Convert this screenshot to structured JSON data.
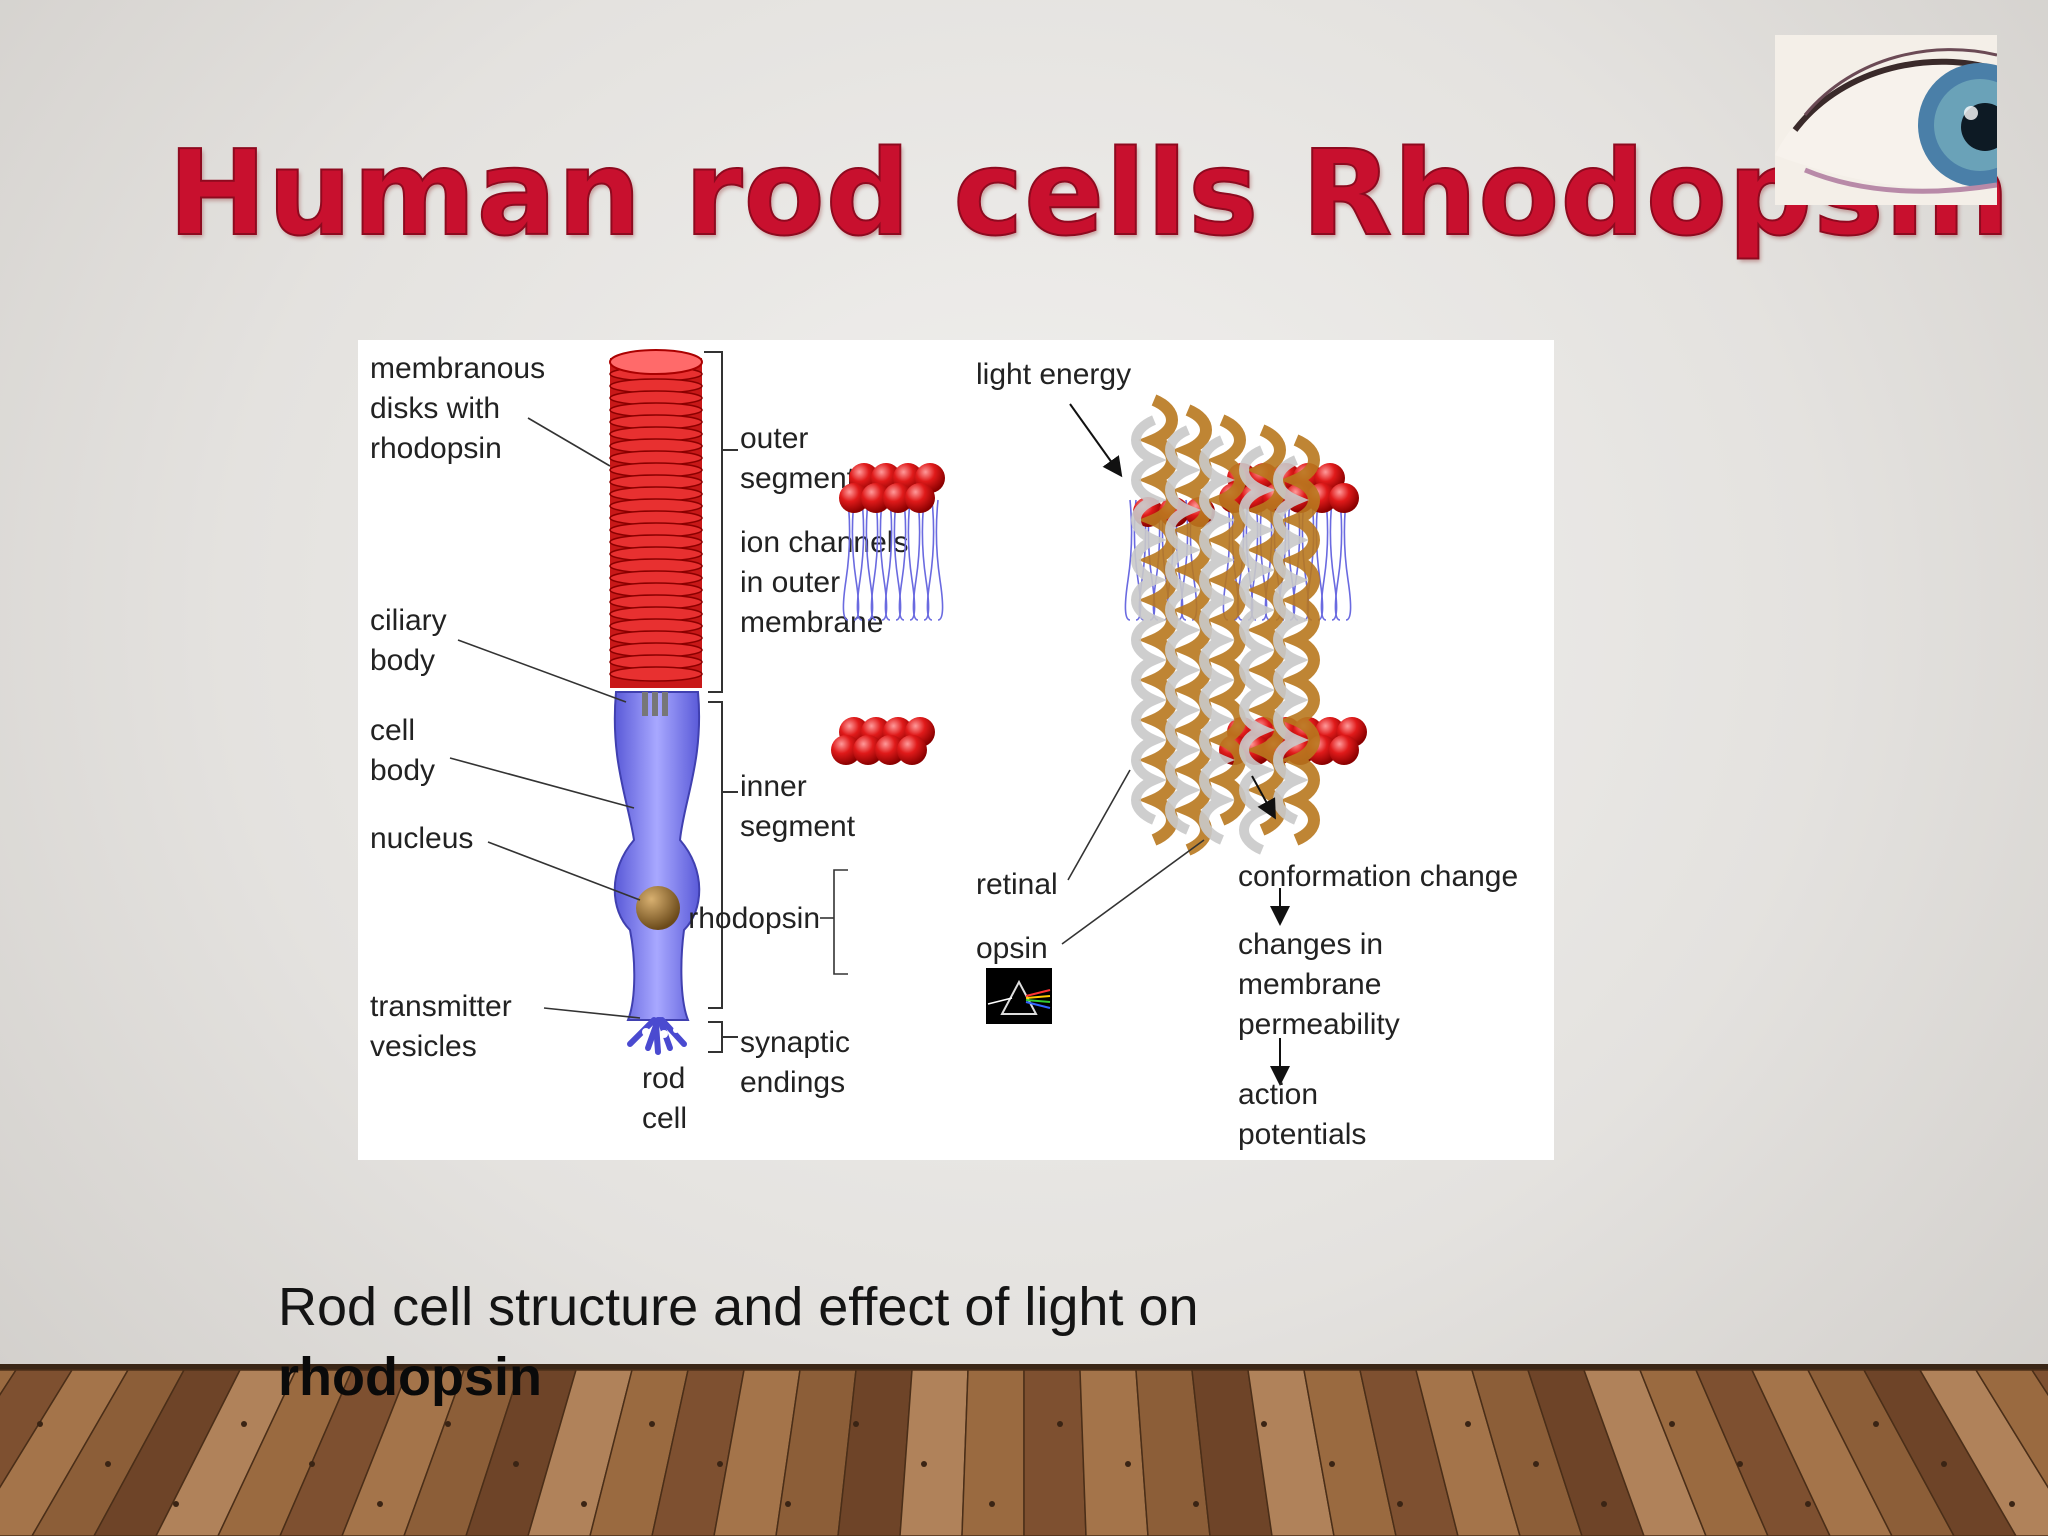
{
  "slide": {
    "title": "Human rod cells Rhodopsin",
    "caption_line1": "Rod cell structure and effect of light on",
    "caption_line2": "rhodopsin"
  },
  "figure": {
    "labels": {
      "membranous_disks": [
        "membranous",
        "disks with",
        "rhodopsin"
      ],
      "ciliary_body": [
        "ciliary",
        "body"
      ],
      "cell_body": [
        "cell",
        "body"
      ],
      "nucleus": "nucleus",
      "transmitter_vesicles": [
        "transmitter",
        "vesicles"
      ],
      "rod_cell": [
        "rod",
        "cell"
      ],
      "outer_segment": [
        "outer",
        "segment"
      ],
      "ion_channels": [
        "ion channels",
        "in outer",
        "membrane"
      ],
      "inner_segment": [
        "inner",
        "segment"
      ],
      "synaptic_endings": [
        "synaptic",
        "endings"
      ],
      "light_energy": "light energy",
      "rhodopsin": "rhodopsin",
      "retinal": "retinal",
      "opsin": "opsin",
      "conformation_change": "conformation change",
      "changes_in_membrane": [
        "changes in",
        "membrane",
        "permeability"
      ],
      "action_potentials": [
        "action",
        "potentials"
      ]
    }
  },
  "colors": {
    "title": "#c8102e",
    "disk_red": "#d81f26",
    "cell_blue": "#7373e8",
    "nucleus": "#8b6a2b"
  }
}
